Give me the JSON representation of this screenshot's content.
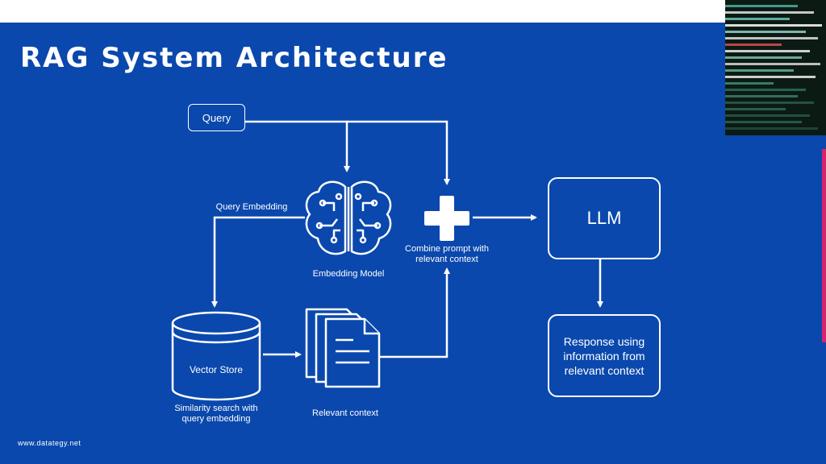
{
  "slide": {
    "title": "RAG System Architecture",
    "footer": "www.datategy.net",
    "colors": {
      "background": "#0a48ad",
      "foreground": "#ffffff",
      "accent": "#d8226b"
    }
  },
  "diagram": {
    "query": "Query",
    "query_embedding": "Query Embedding",
    "embedding_model": "Embedding Model",
    "combine_line1": "Combine prompt with",
    "combine_line2": "relevant context",
    "llm": "LLM",
    "response_line1": "Response using",
    "response_line2": "information from",
    "response_line3": "relevant context",
    "vector_store": "Vector Store",
    "similarity_line1": "Similarity search with",
    "similarity_line2": "query embedding",
    "relevant_context": "Relevant context",
    "icons": [
      "brain-circuit-icon",
      "plus-icon",
      "database-icon",
      "documents-icon"
    ]
  }
}
